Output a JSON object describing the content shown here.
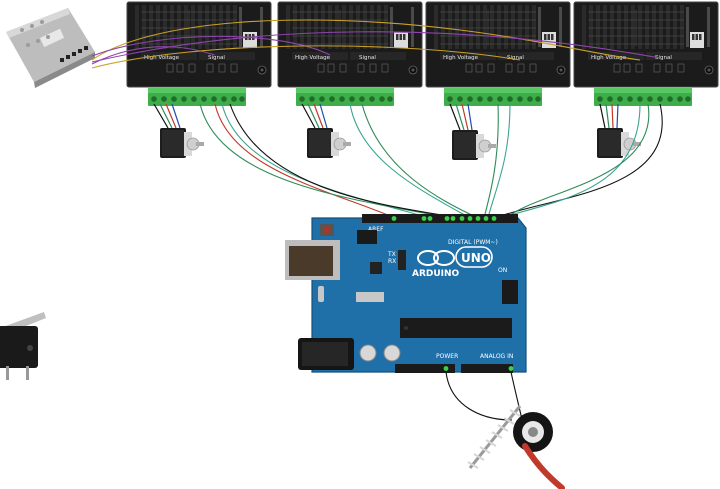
{
  "driver": {
    "high_voltage_label": "High Voltage",
    "signal_label": "Signal"
  },
  "arduino": {
    "logo_text": "ARDUINO",
    "model_text": "UNO",
    "digital_header_label": "DIGITAL (PWM~)",
    "power_label": "POWER",
    "analog_label": "ANALOG IN",
    "aref_label": "AREF",
    "tx_label": "TX",
    "rx_label": "RX",
    "on_label": "ON"
  },
  "colors": {
    "driver_body": "#1b1b1b",
    "terminal_green": "#3fae4a",
    "board_blue": "#1f6fa8",
    "header_black": "#1a1a1a",
    "wire_green": "#2e8b57",
    "wire_teal": "#3aa58f",
    "wire_red": "#c0392b",
    "wire_yellow": "#c9a227",
    "wire_purple": "#8e44ad",
    "wire_black": "#111111",
    "motor_body": "#1c1c1c",
    "motor_face": "#d9d9d9"
  }
}
